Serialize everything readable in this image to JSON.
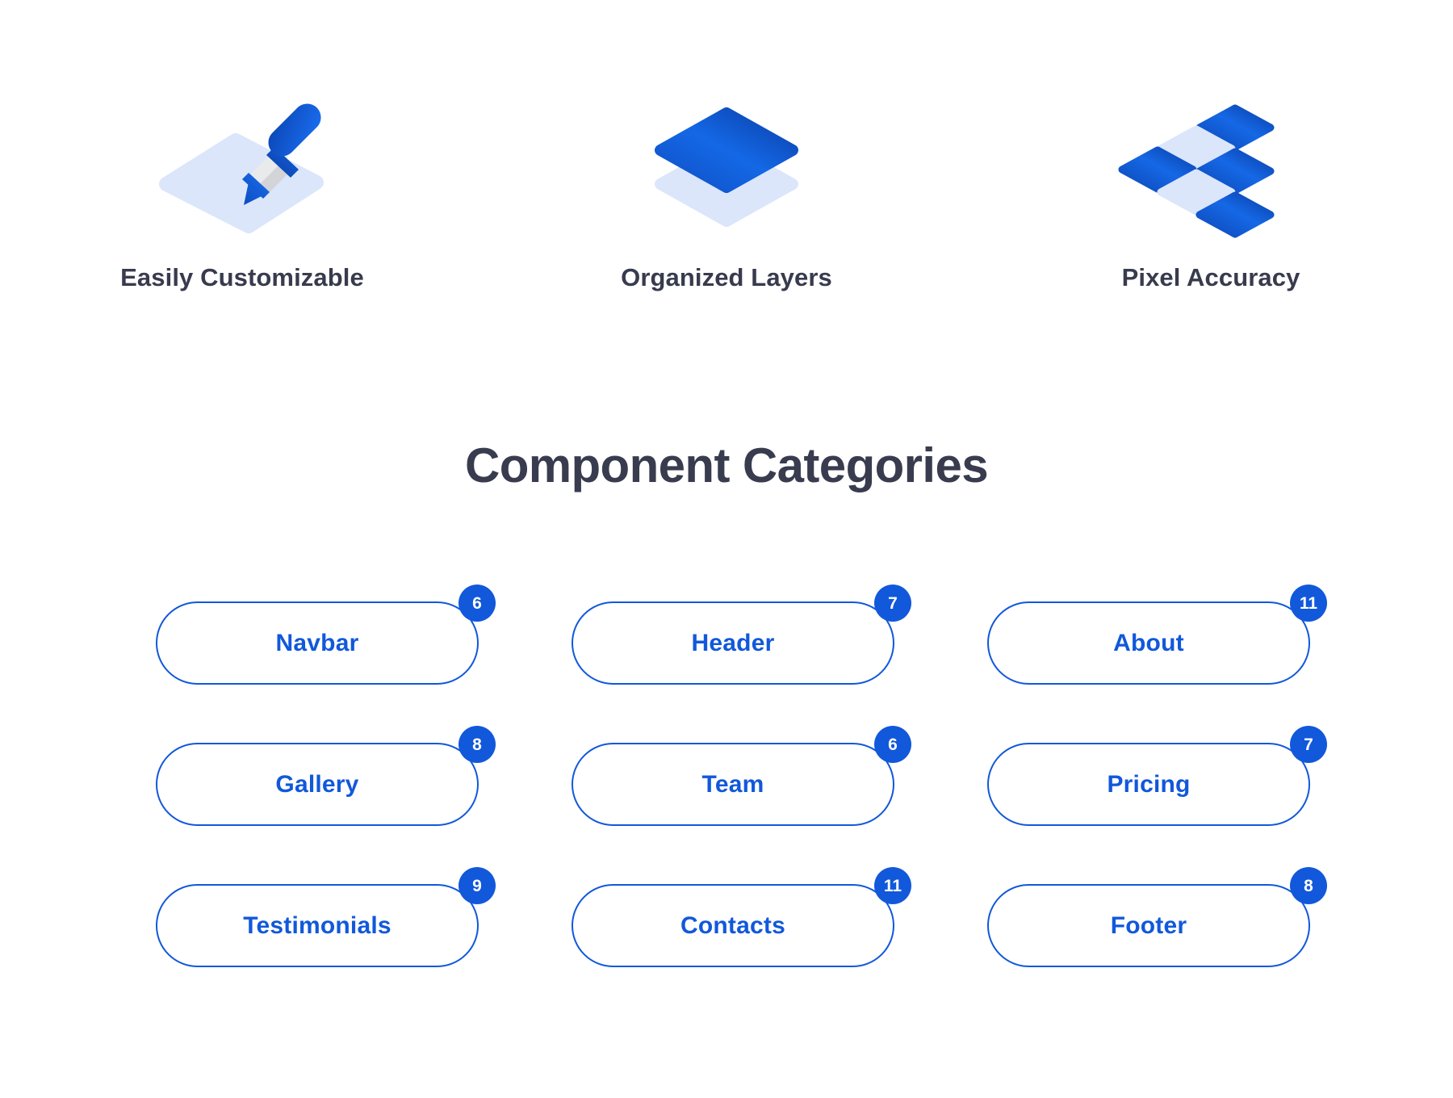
{
  "features": [
    {
      "label": "Easily Customizable",
      "icon": "eyedropper-icon"
    },
    {
      "label": "Organized Layers",
      "icon": "layers-icon"
    },
    {
      "label": "Pixel Accuracy",
      "icon": "pixel-grid-icon"
    }
  ],
  "section": {
    "title": "Component Categories"
  },
  "categories": [
    {
      "label": "Navbar",
      "count": "6"
    },
    {
      "label": "Header",
      "count": "7"
    },
    {
      "label": "About",
      "count": "11"
    },
    {
      "label": "Gallery",
      "count": "8"
    },
    {
      "label": "Team",
      "count": "6"
    },
    {
      "label": "Pricing",
      "count": "7"
    },
    {
      "label": "Testimonials",
      "count": "9"
    },
    {
      "label": "Contacts",
      "count": "11"
    },
    {
      "label": "Footer",
      "count": "8"
    }
  ],
  "colors": {
    "background": "#ffffff",
    "accent_blue": "#1158db",
    "accent_blue_dark": "#0b46b5",
    "accent_blue_light": "#dbe6fb",
    "heading_text": "#383c4e",
    "badge_text": "#ffffff"
  }
}
